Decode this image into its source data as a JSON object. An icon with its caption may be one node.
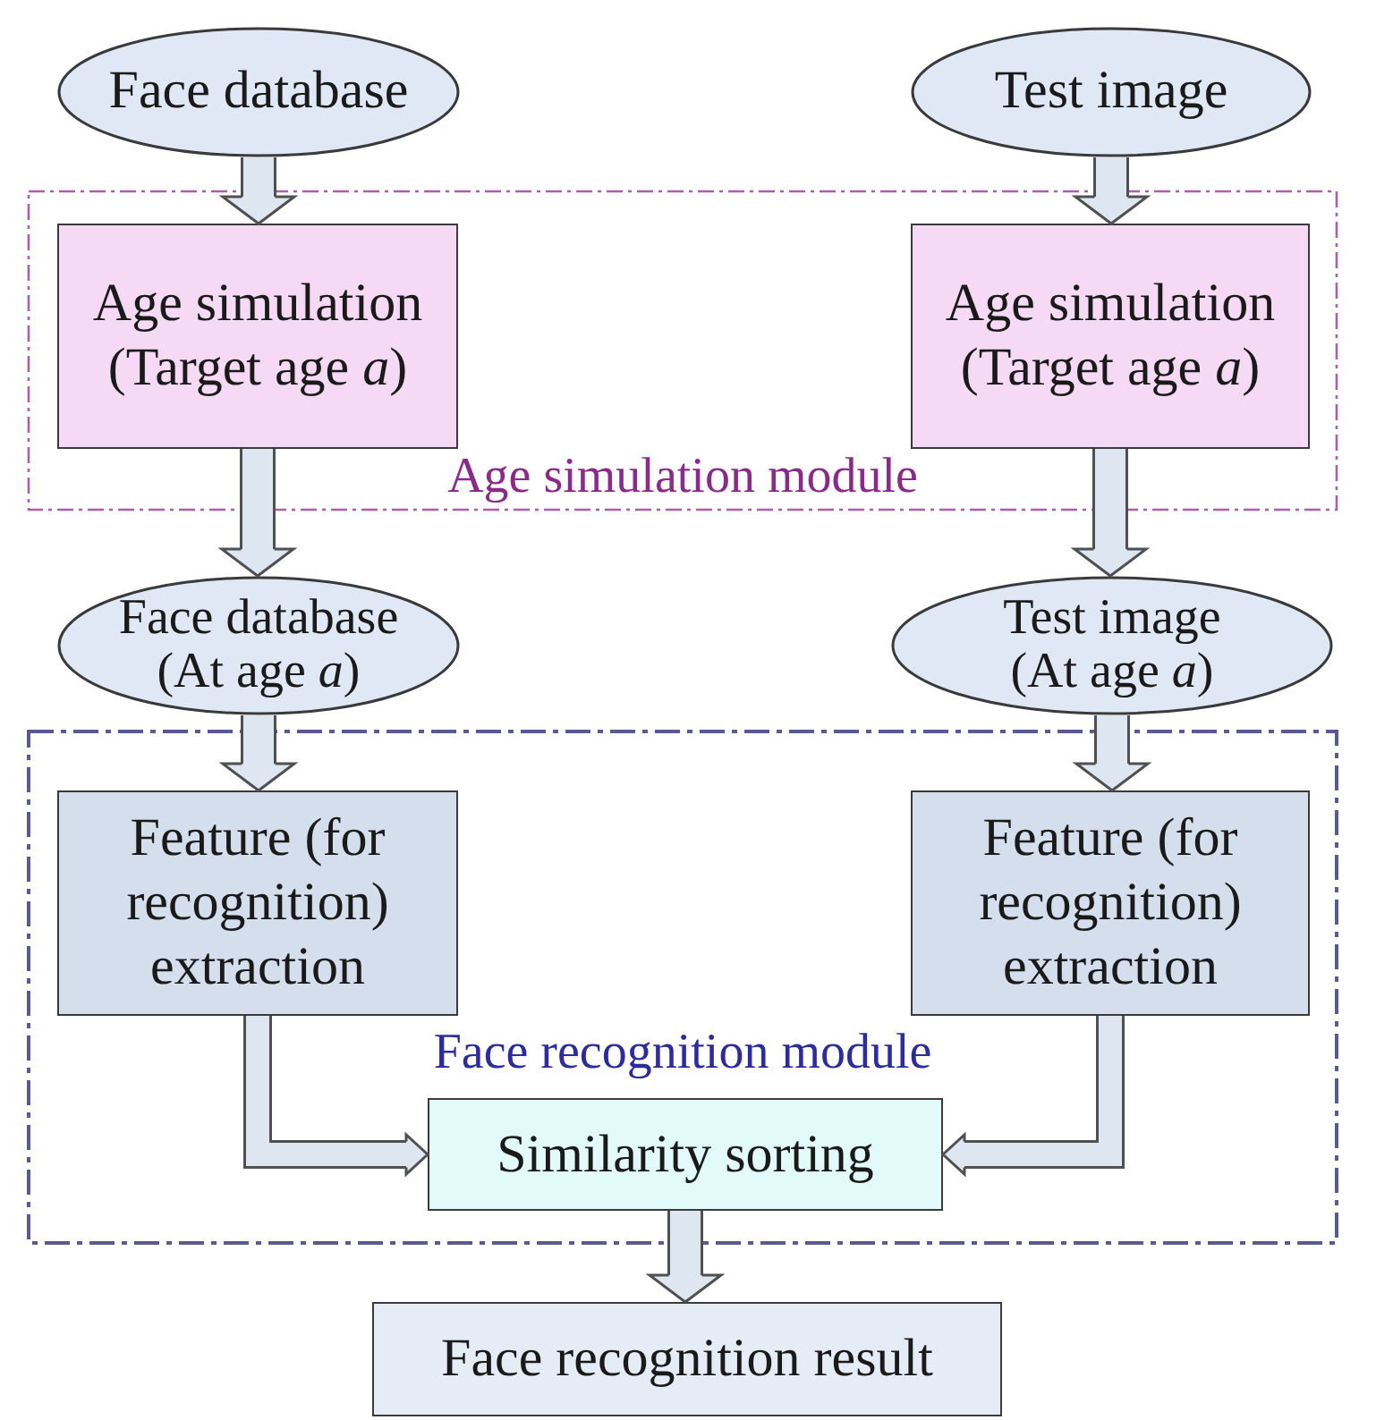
{
  "diagram": {
    "nodes": [
      {
        "text": [
          "Face database"
        ]
      },
      {
        "text": [
          "Test image"
        ]
      },
      {
        "text": [
          "Age simulation module"
        ]
      },
      {
        "text": [
          "Age simulation (Target age *a*)"
        ],
        "in": 2
      },
      {
        "text": [
          "Age simulation (Target age *a*)"
        ],
        "in": 2
      },
      {
        "text": [
          "Face database (At age *a*)"
        ]
      },
      {
        "text": [
          "Test image (At age *a*)"
        ]
      },
      {
        "text": [
          "Face recognition module"
        ]
      },
      {
        "text": [
          "Feature (for recognition) extraction"
        ],
        "in": 7
      },
      {
        "text": [
          "Feature (for recognition) extraction"
        ],
        "in": 7
      },
      {
        "text": [
          "Similarity sorting"
        ],
        "in": 7
      },
      {
        "text": [
          "Face recognition result"
        ]
      }
    ],
    "edges": [
      {
        "from": 0,
        "to": 3,
        "arrow": "to"
      },
      {
        "from": 1,
        "to": 4,
        "arrow": "to"
      },
      {
        "from": 3,
        "to": 5,
        "arrow": "to"
      },
      {
        "from": 4,
        "to": 6,
        "arrow": "to"
      },
      {
        "from": 5,
        "to": 8,
        "arrow": "to"
      },
      {
        "from": 6,
        "to": 9,
        "arrow": "to"
      },
      {
        "from": 8,
        "to": 10,
        "arrow": "to"
      },
      {
        "from": 9,
        "to": 10,
        "arrow": "to"
      },
      {
        "from": 10,
        "to": 11,
        "arrow": "to"
      }
    ]
  }
}
